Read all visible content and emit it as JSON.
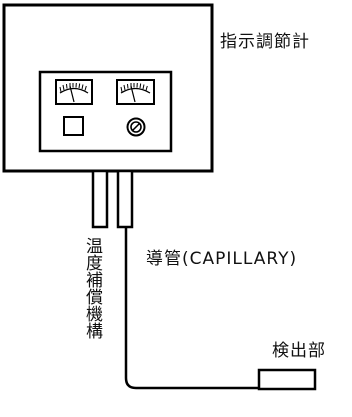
{
  "labels": {
    "indicator": "指示調節計",
    "capillary": "導管(CAPILLARY)",
    "compensation": "温度補償機構",
    "detector": "検出部"
  },
  "icons": {
    "left_meter": "analog-meter-icon",
    "right_meter": "analog-meter-icon",
    "knob": "dial-knob-icon",
    "switch": "square-switch-icon"
  }
}
